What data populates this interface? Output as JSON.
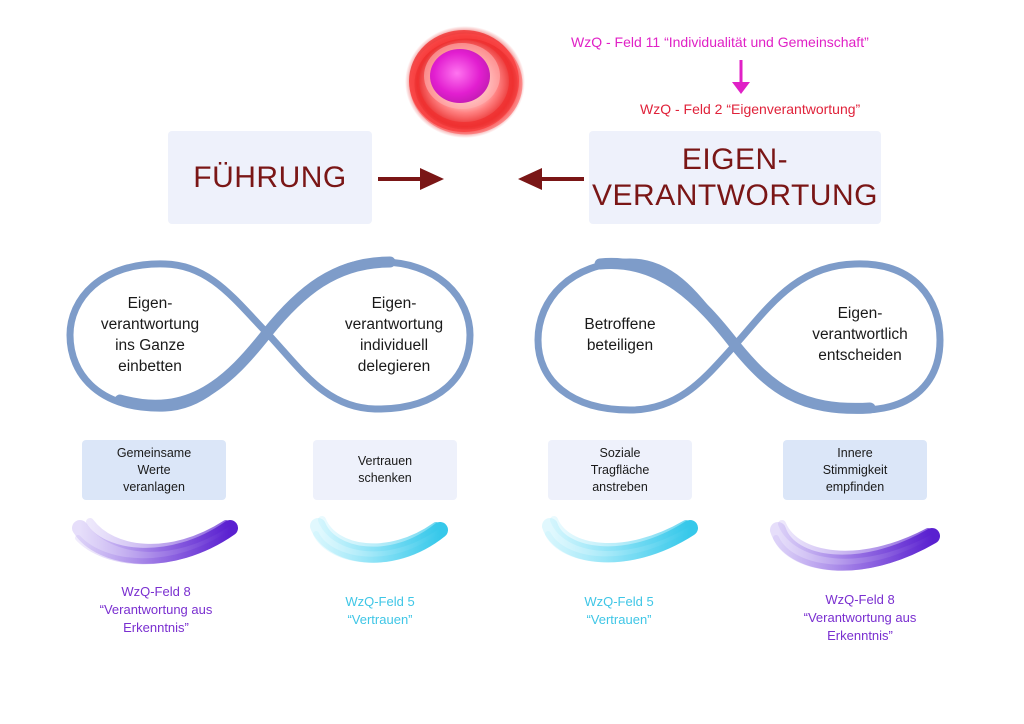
{
  "top": {
    "field11_label": "WzQ - Feld 11 “Individualität und Gemeinschaft”",
    "field2_label": "WzQ - Feld 2 “Eigenverantwortung”"
  },
  "headers": {
    "left": "FÜHRUNG",
    "right_line1": "EIGEN-",
    "right_line2": "VERANTWORTUNG"
  },
  "loops": {
    "left": {
      "left_lines": [
        "Eigen-",
        "verantwortung",
        "ins Ganze",
        "einbetten"
      ],
      "right_lines": [
        "Eigen-",
        "verantwortung",
        "individuell",
        "delegieren"
      ]
    },
    "right": {
      "left_lines": [
        "Betroffene",
        "beteiligen"
      ],
      "right_lines": [
        "Eigen-",
        "verantwortlich",
        "entscheiden"
      ]
    }
  },
  "boxes": [
    {
      "lines": [
        "Gemeinsame",
        "Werte",
        "veranlagen"
      ]
    },
    {
      "lines": [
        "Vertrauen",
        "schenken"
      ]
    },
    {
      "lines": [
        "Soziale",
        "Tragfläche",
        "anstreben"
      ]
    },
    {
      "lines": [
        "Innere",
        "Stimmigkeit",
        "empfinden"
      ]
    }
  ],
  "fields": [
    {
      "lines": [
        "WzQ-Feld 8",
        "“Verantwortung aus",
        "Erkenntnis”"
      ],
      "color": "#7a2fd0"
    },
    {
      "lines": [
        "WzQ-Feld 5",
        "“Vertrauen”"
      ],
      "color": "#3fc6e6"
    },
    {
      "lines": [
        "WzQ-Feld 5",
        "“Vertrauen”"
      ],
      "color": "#3fc6e6"
    },
    {
      "lines": [
        "WzQ-Feld 8",
        "“Verantwortung aus",
        "Erkenntnis”"
      ],
      "color": "#7a2fd0"
    }
  ],
  "colors": {
    "magenta": "#e021c6",
    "crimson": "#e0223a",
    "dark_red": "#7a1616",
    "loop_blue": "#7e9cc9",
    "box_fill": "#eef1fb",
    "box_fill_strong": "#dbe6f8",
    "purple": "#7a2fd0",
    "cyan": "#3fc6e6"
  },
  "icons": {
    "blob": "red-magenta-circle-icon",
    "arrow_down": "arrow-down-icon",
    "arrow_left": "arrow-left-icon",
    "arrow_right": "arrow-right-icon"
  }
}
